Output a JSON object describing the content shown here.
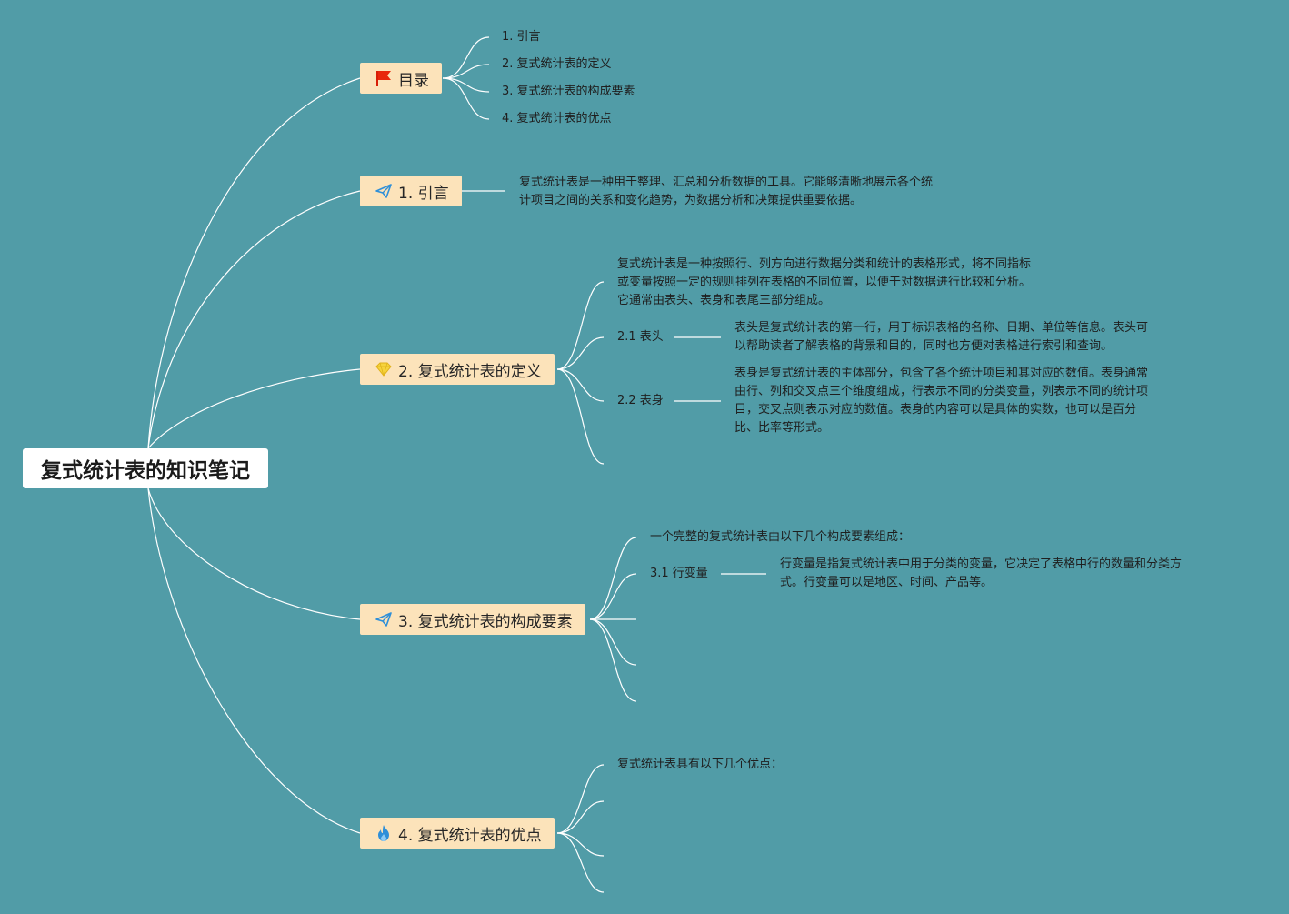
{
  "root": {
    "title": "复式统计表的知识笔记"
  },
  "toc": {
    "label": "目录",
    "icon": "red-flag-icon",
    "items": [
      "1. 引言",
      "2. 复式统计表的定义",
      "3. 复式统计表的构成要素",
      "4. 复式统计表的优点"
    ]
  },
  "intro": {
    "label": "1. 引言",
    "icon": "paper-plane-icon",
    "text": [
      "复式统计表是一种用于整理、汇总和分析数据的工具。它能够清晰地展示各个统",
      "计项目之间的关系和变化趋势，为数据分析和决策提供重要依据。"
    ]
  },
  "definition": {
    "label": "2. 复式统计表的定义",
    "icon": "diamond-icon",
    "summary": [
      "复式统计表是一种按照行、列方向进行数据分类和统计的表格形式，将不同指标",
      "或变量按照一定的规则排列在表格的不同位置，以便于对数据进行比较和分析。",
      "它通常由表头、表身和表尾三部分组成。"
    ],
    "header": {
      "label": "2.1 表头",
      "text": [
        "表头是复式统计表的第一行，用于标识表格的名称、日期、单位等信息。表头可",
        "以帮助读者了解表格的背景和目的，同时也方便对表格进行索引和查询。"
      ]
    },
    "body": {
      "label": "2.2 表身",
      "text": [
        "表身是复式统计表的主体部分，包含了各个统计项目和其对应的数值。表身通常",
        "由行、列和交叉点三个维度组成，行表示不同的分类变量，列表示不同的统计项",
        "目，交叉点则表示对应的数值。表身的内容可以是具体的实数，也可以是百分",
        "比、比率等形式。"
      ]
    }
  },
  "elements": {
    "label": "3. 复式统计表的构成要素",
    "icon": "paper-plane-icon",
    "summary": "一个完整的复式统计表由以下几个构成要素组成：",
    "row_variable": {
      "label": "3.1 行变量",
      "text": [
        "行变量是指复式统计表中用于分类的变量，它决定了表格中行的数量和分类方",
        "式。行变量可以是地区、时间、产品等。"
      ]
    }
  },
  "advantages": {
    "label": "4. 复式统计表的优点",
    "icon": "fire-icon",
    "summary": "复式统计表具有以下几个优点："
  }
}
